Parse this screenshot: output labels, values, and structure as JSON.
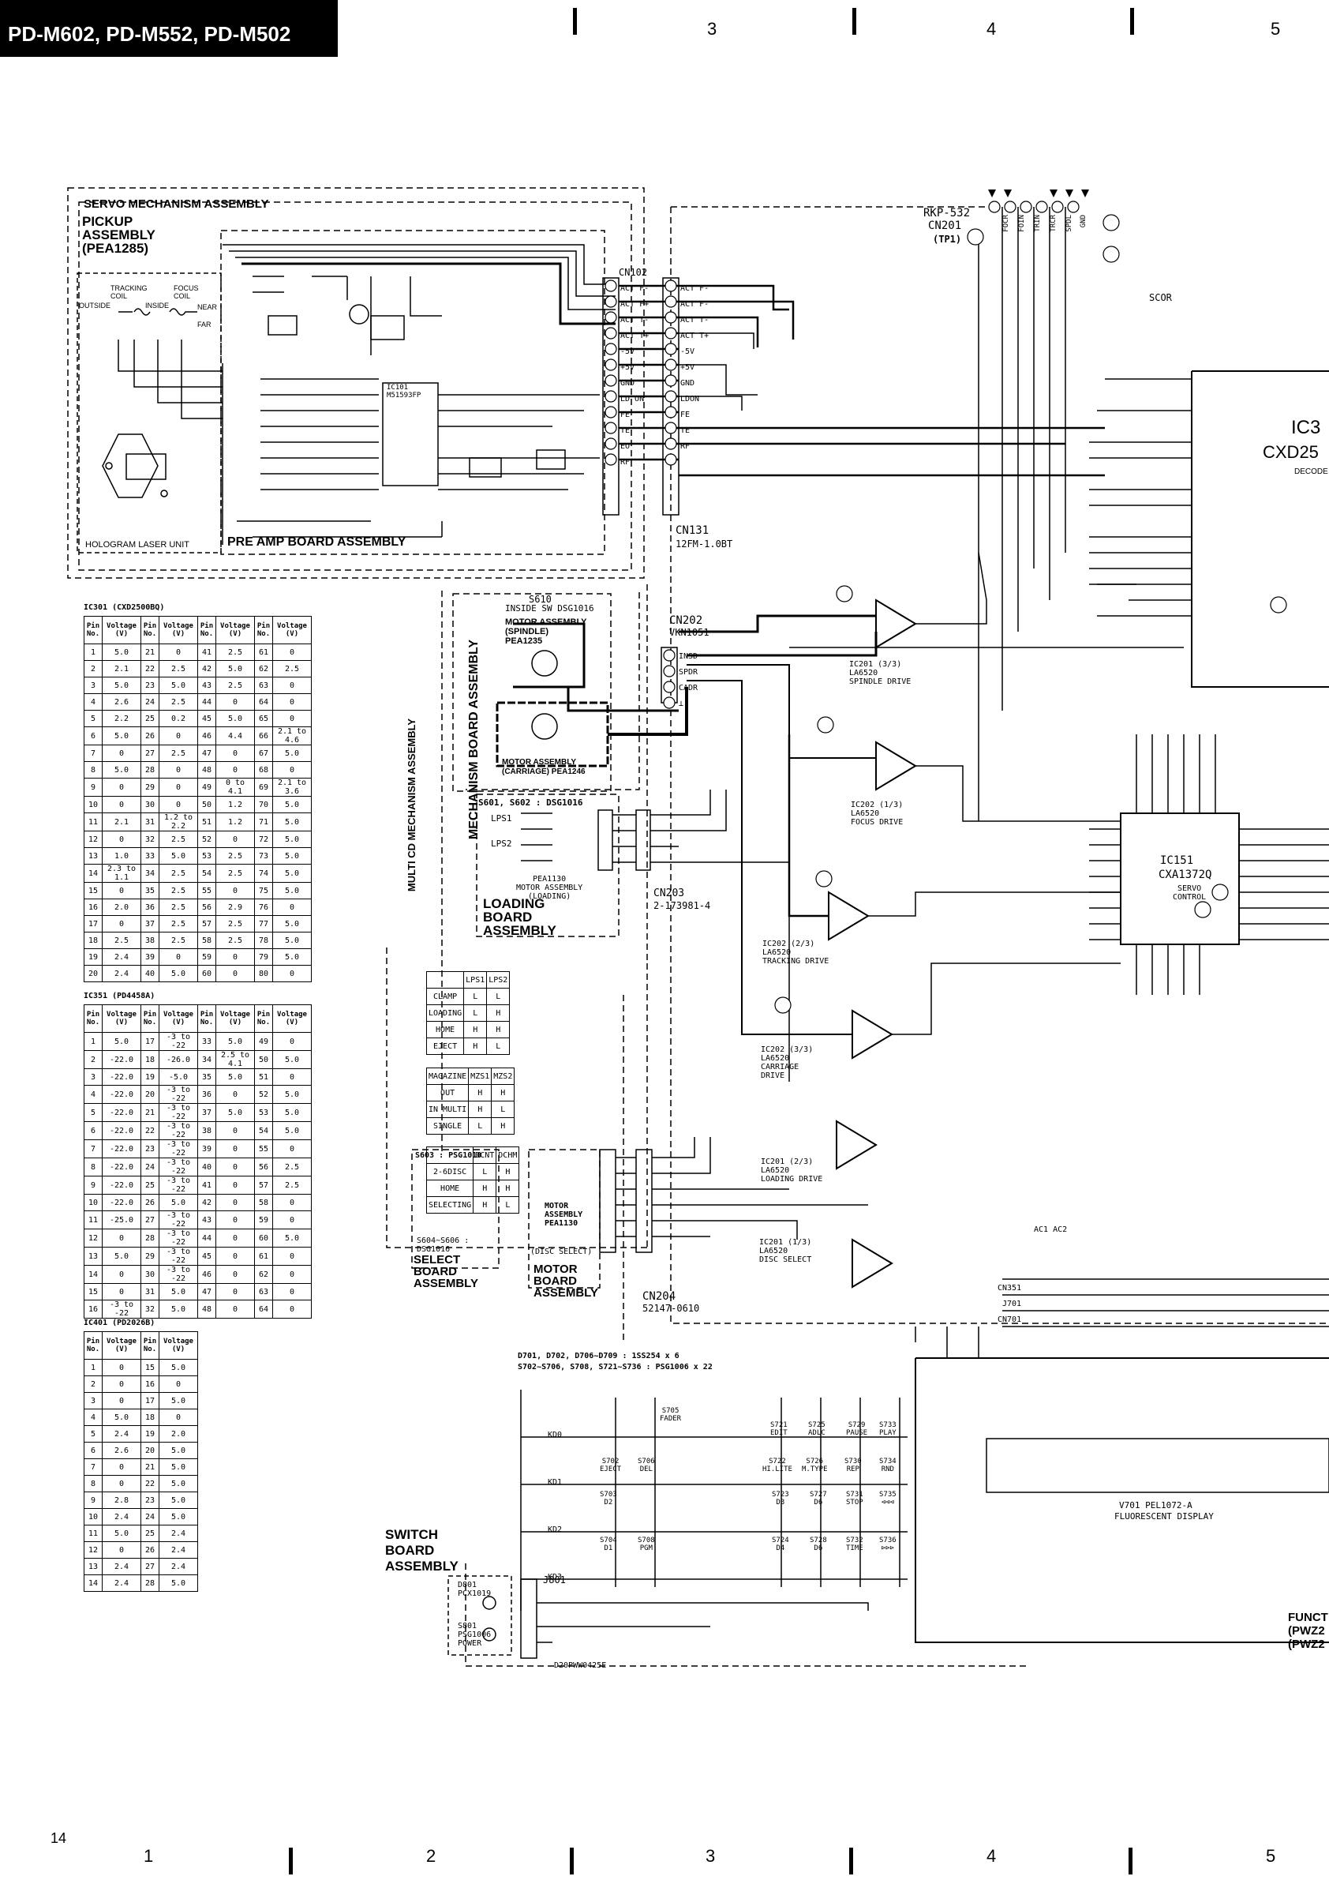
{
  "header": {
    "title": "PD-M602, PD-M552, PD-M502"
  },
  "column_numbers_top": [
    "3",
    "4",
    "5"
  ],
  "column_numbers_bottom": [
    "1",
    "2",
    "3",
    "4",
    "5"
  ],
  "page_number": "14",
  "labels": {
    "servo_mech": "SERVO MECHANISM ASSEMBLY",
    "pickup": "PICKUP\nASSEMBLY\n(PEA1285)",
    "tracking_coil": "TRACKING\nCOIL",
    "focus_coil": "FOCUS\nCOIL",
    "outside": "OUTSIDE",
    "inside": "INSIDE",
    "near": "NEAR",
    "far": "FAR",
    "hologram": "HOLOGRAM LASER UNIT",
    "preamp": "PRE AMP BOARD ASSEMBLY",
    "cn102": "CN102",
    "cn131": "CN131",
    "cn131_part": "12FM-1.0BT",
    "rkp": "RKP-532",
    "cn201": "CN201",
    "tp1": "(TP1)",
    "ic101": "IC101\nM51593FP",
    "scor": "SCOR",
    "ic3_name": "IC3",
    "ic3_part": "CXD25",
    "ic3_role": "DECODE",
    "cn202": "CN202",
    "cn202_part": "VKN1051",
    "s610": "S610",
    "s610_desc": "INSIDE SW DSG1016",
    "mech_board": "MECHANISM BOARD ASSEMBLY",
    "motor_spindle": "MOTOR ASSEMBLY\n(SPINDLE)\nPEA1235",
    "motor_carriage": "MOTOR ASSEMBLY\n(CARRIAGE) PEA1246",
    "multi_cd": "MULTI CD MECHANISM ASSEMBLY",
    "s601": "S601, S602 : DSG1016",
    "lps1": "LPS1",
    "lps2": "LPS2",
    "pea1130_loading": "PEA1130\nMOTOR ASSEMBLY\n(LOADING)",
    "loading_board": "LOADING\nBOARD\nASSEMBLY",
    "cn203": "CN203",
    "cn203_part": "2-173981-4",
    "ic201_3": "IC201 (3/3)\nLA6520\nSPINDLE DRIVE",
    "ic202_1": "IC202 (1/3)\nLA6520\nFOCUS DRIVE",
    "ic202_2": "IC202 (2/3)\nLA6520\nTRACKING DRIVE",
    "ic202_3": "IC202 (3/3)\nLA6520\nCARRIAGE\nDRIVE",
    "ic201_2": "IC201 (2/3)\nLA6520\nLOADING DRIVE",
    "ic201_1": "IC201 (1/3)\nLA6520\nDISC SELECT",
    "ic151": "IC151",
    "ic151_part": "CXA1372Q",
    "ic151_role": "SERVO\nCONTROL",
    "s603": "S603 : PSG1010",
    "s604": "S604~S606 :\nDSG1016",
    "select_board": "SELECT\nBOARD\nASSEMBLY",
    "disc_select": "(DISC SELECT)",
    "pea1130_select": "MOTOR\nASSEMBLY\nPEA1130",
    "motor_board": "MOTOR\nBOARD\nASSEMBLY",
    "cn204": "CN204",
    "cn204_part": "52147-0610",
    "d701_line1": "D701, D702, D706~D709 : 1SS254 x 6",
    "d701_line2": "S702~S706, S708, S721~S736 : PSG1006 x 22",
    "switch_board": "SWITCH\nBOARD\nASSEMBLY",
    "j801": "J801",
    "d801": "D801\nPCX1019",
    "s801": "S801\nPSG1006\nPOWER",
    "d20pww": "D20PWW0425E",
    "v701": "V701   PEL1072-A",
    "fluorescent": "FLUORESCENT DISPLAY",
    "funct": "FUNCT\n(PWZ2\n(PWZ2",
    "cn351": "CN351",
    "j701": "J701",
    "cn701": "CN701",
    "ac12": "AC1 AC2"
  },
  "cn102_pins": [
    "ACT F-",
    "ACT F+",
    "ACT T-",
    "ACT T+",
    "-5V",
    "+5V",
    "GND",
    "LD ON",
    "FE",
    "TE",
    "EO",
    "RF"
  ],
  "cn131_pins": [
    "ACT F-",
    "ACT F-",
    "ACT T-",
    "ACT T+",
    "-5V",
    "+5V",
    "GND",
    "LDON",
    "FE",
    "TE",
    "",
    "RF"
  ],
  "cn202_pins": [
    "INSD",
    "SPDR",
    "CADR",
    "⊥"
  ],
  "cn201_pins": [
    "FOCR",
    "FOIN",
    "TRIN",
    "TRCR",
    "SPDL",
    "GND"
  ],
  "keys": {
    "row_labels": [
      "KD0",
      "KD1",
      "KD2",
      "KD3"
    ],
    "top": [
      [
        "S721",
        "EDIT"
      ],
      [
        "S725",
        "ADLC"
      ],
      [
        "S729",
        "PAUSE"
      ],
      [
        "S733",
        "PLAY"
      ]
    ],
    "r1": [
      [
        "S702",
        "EJECT"
      ],
      [
        "S706",
        "DEL"
      ],
      [
        "S722",
        "HI.LITE"
      ],
      [
        "S726",
        "M.TYPE"
      ],
      [
        "S730",
        "REP"
      ],
      [
        "S734",
        "RND"
      ]
    ],
    "r2": [
      [
        "S703",
        "D2"
      ],
      [
        "S723",
        "D3"
      ],
      [
        "S727",
        "D6"
      ],
      [
        "S731",
        "STOP"
      ],
      [
        "S735",
        "⊲⊲⊲"
      ]
    ],
    "r3": [
      [
        "S704",
        "D1"
      ],
      [
        "S708",
        "PGM"
      ],
      [
        "S724",
        "D4"
      ],
      [
        "S728",
        "D6"
      ],
      [
        "S732",
        "TIME"
      ],
      [
        "S736",
        "⊳⊳⊳"
      ]
    ],
    "fader": [
      "S705",
      "FADER"
    ]
  },
  "ic301": {
    "title": "IC301 (CXD2500BQ)",
    "head": [
      "Pin No.",
      "Voltage (V)",
      "Pin No.",
      "Voltage (V)",
      "Pin No.",
      "Voltage (V)",
      "Pin No.",
      "Voltage (V)"
    ],
    "rows": [
      [
        "1",
        "5.0",
        "21",
        "0",
        "41",
        "2.5",
        "61",
        "0"
      ],
      [
        "2",
        "2.1",
        "22",
        "2.5",
        "42",
        "5.0",
        "62",
        "2.5"
      ],
      [
        "3",
        "5.0",
        "23",
        "5.0",
        "43",
        "2.5",
        "63",
        "0"
      ],
      [
        "4",
        "2.6",
        "24",
        "2.5",
        "44",
        "0",
        "64",
        "0"
      ],
      [
        "5",
        "2.2",
        "25",
        "0.2",
        "45",
        "5.0",
        "65",
        "0"
      ],
      [
        "6",
        "5.0",
        "26",
        "0",
        "46",
        "4.4",
        "66",
        "2.1 to 4.6"
      ],
      [
        "7",
        "0",
        "27",
        "2.5",
        "47",
        "0",
        "67",
        "5.0"
      ],
      [
        "8",
        "5.0",
        "28",
        "0",
        "48",
        "0",
        "68",
        "0"
      ],
      [
        "9",
        "0",
        "29",
        "0",
        "49",
        "0 to 4.1",
        "69",
        "2.1 to 3.6"
      ],
      [
        "10",
        "0",
        "30",
        "0",
        "50",
        "1.2",
        "70",
        "5.0"
      ],
      [
        "11",
        "2.1",
        "31",
        "1.2 to 2.2",
        "51",
        "1.2",
        "71",
        "5.0"
      ],
      [
        "12",
        "0",
        "32",
        "2.5",
        "52",
        "0",
        "72",
        "5.0"
      ],
      [
        "13",
        "1.0",
        "33",
        "5.0",
        "53",
        "2.5",
        "73",
        "5.0"
      ],
      [
        "14",
        "2.3 to 1.1",
        "34",
        "2.5",
        "54",
        "2.5",
        "74",
        "5.0"
      ],
      [
        "15",
        "0",
        "35",
        "2.5",
        "55",
        "0",
        "75",
        "5.0"
      ],
      [
        "16",
        "2.0",
        "36",
        "2.5",
        "56",
        "2.9",
        "76",
        "0"
      ],
      [
        "17",
        "0",
        "37",
        "2.5",
        "57",
        "2.5",
        "77",
        "5.0"
      ],
      [
        "18",
        "2.5",
        "38",
        "2.5",
        "58",
        "2.5",
        "78",
        "5.0"
      ],
      [
        "19",
        "2.4",
        "39",
        "0",
        "59",
        "0",
        "79",
        "5.0"
      ],
      [
        "20",
        "2.4",
        "40",
        "5.0",
        "60",
        "0",
        "80",
        "0"
      ]
    ]
  },
  "ic351": {
    "title": "IC351 (PD4458A)",
    "head": [
      "Pin No.",
      "Voltage (V)",
      "Pin No.",
      "Voltage (V)",
      "Pin No.",
      "Voltage (V)",
      "Pin No.",
      "Voltage (V)"
    ],
    "rows": [
      [
        "1",
        "5.0",
        "17",
        "-3 to -22",
        "33",
        "5.0",
        "49",
        "0"
      ],
      [
        "2",
        "-22.0",
        "18",
        "-26.0",
        "34",
        "2.5 to 4.1",
        "50",
        "5.0"
      ],
      [
        "3",
        "-22.0",
        "19",
        "-5.0",
        "35",
        "5.0",
        "51",
        "0"
      ],
      [
        "4",
        "-22.0",
        "20",
        "-3 to -22",
        "36",
        "0",
        "52",
        "5.0"
      ],
      [
        "5",
        "-22.0",
        "21",
        "-3 to -22",
        "37",
        "5.0",
        "53",
        "5.0"
      ],
      [
        "6",
        "-22.0",
        "22",
        "-3 to -22",
        "38",
        "0",
        "54",
        "5.0"
      ],
      [
        "7",
        "-22.0",
        "23",
        "-3 to -22",
        "39",
        "0",
        "55",
        "0"
      ],
      [
        "8",
        "-22.0",
        "24",
        "-3 to -22",
        "40",
        "0",
        "56",
        "2.5"
      ],
      [
        "9",
        "-22.0",
        "25",
        "-3 to -22",
        "41",
        "0",
        "57",
        "2.5"
      ],
      [
        "10",
        "-22.0",
        "26",
        "5.0",
        "42",
        "0",
        "58",
        "0"
      ],
      [
        "11",
        "-25.0",
        "27",
        "-3 to -22",
        "43",
        "0",
        "59",
        "0"
      ],
      [
        "12",
        "0",
        "28",
        "-3 to -22",
        "44",
        "0",
        "60",
        "5.0"
      ],
      [
        "13",
        "5.0",
        "29",
        "-3 to -22",
        "45",
        "0",
        "61",
        "0"
      ],
      [
        "14",
        "0",
        "30",
        "-3 to -22",
        "46",
        "0",
        "62",
        "0"
      ],
      [
        "15",
        "0",
        "31",
        "5.0",
        "47",
        "0",
        "63",
        "0"
      ],
      [
        "16",
        "-3 to -22",
        "32",
        "5.0",
        "48",
        "0",
        "64",
        "0"
      ]
    ]
  },
  "ic401": {
    "title": "IC401 (PD2026B)",
    "head": [
      "Pin No.",
      "Voltage (V)",
      "Pin No.",
      "Voltage (V)"
    ],
    "rows": [
      [
        "1",
        "0",
        "15",
        "5.0"
      ],
      [
        "2",
        "0",
        "16",
        "0"
      ],
      [
        "3",
        "0",
        "17",
        "5.0"
      ],
      [
        "4",
        "5.0",
        "18",
        "0"
      ],
      [
        "5",
        "2.4",
        "19",
        "2.0"
      ],
      [
        "6",
        "2.6",
        "20",
        "5.0"
      ],
      [
        "7",
        "0",
        "21",
        "5.0"
      ],
      [
        "8",
        "0",
        "22",
        "5.0"
      ],
      [
        "9",
        "2.8",
        "23",
        "5.0"
      ],
      [
        "10",
        "2.4",
        "24",
        "5.0"
      ],
      [
        "11",
        "5.0",
        "25",
        "2.4"
      ],
      [
        "12",
        "0",
        "26",
        "2.4"
      ],
      [
        "13",
        "2.4",
        "27",
        "2.4"
      ],
      [
        "14",
        "2.4",
        "28",
        "5.0"
      ]
    ]
  },
  "clamp_table": {
    "head": [
      "",
      "LPS1",
      "LPS2"
    ],
    "rows": [
      [
        "CLAMP",
        "L",
        "L"
      ],
      [
        "LOADING",
        "L",
        "H"
      ],
      [
        "HOME",
        "H",
        "H"
      ],
      [
        "EJECT",
        "H",
        "L"
      ]
    ]
  },
  "magazine_table": {
    "head": [
      "MAGAZINE",
      "MZS1",
      "MZS2"
    ],
    "rows": [
      [
        "OUT",
        "H",
        "H"
      ],
      [
        "IN  MULTI",
        "H",
        "L"
      ],
      [
        "SINGLE",
        "L",
        "H"
      ]
    ]
  },
  "disc_table": {
    "head": [
      "",
      "DCNT",
      "DCHM"
    ],
    "rows": [
      [
        "2-6DISC",
        "L",
        "H"
      ],
      [
        "HOME",
        "H",
        "H"
      ],
      [
        "SELECTING",
        "H",
        "L"
      ]
    ]
  }
}
